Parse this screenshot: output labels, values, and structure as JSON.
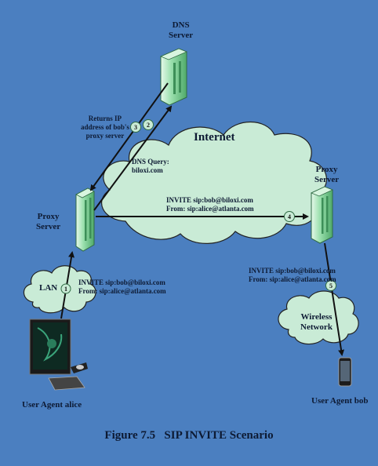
{
  "labels": {
    "dns_server": "DNS\nServer",
    "internet": "Internet",
    "returns_ip": "Returns IP\naddress of bob's\nproxy server",
    "dns_query": "DNS Query:\nbiloxi.com",
    "proxy_left": "Proxy\nServer",
    "proxy_right": "Proxy\nServer",
    "invite_top": "INVITE sip:bob@biloxi.com\nFrom: sip:alice@atlanta.com",
    "invite_left": "INVITE sip:bob@biloxi.com\nFrom: sip:alice@atlanta.com",
    "invite_right": "INVITE sip:bob@biloxi.com\nFrom: sip:alice@atlanta.com",
    "lan": "LAN",
    "wireless": "Wireless\nNetwork",
    "ua_alice": "User Agent alice",
    "ua_bob": "User Agent bob"
  },
  "steps": [
    "1",
    "2",
    "3",
    "4",
    "5"
  ],
  "caption": "Figure 7.5   SIP INVITE Scenario",
  "colors": {
    "background": "#4b7fc0",
    "cloud": "#c9ebd6",
    "server": "#9be0ae",
    "arrow": "#111111",
    "marker": "#c9ebd6"
  }
}
